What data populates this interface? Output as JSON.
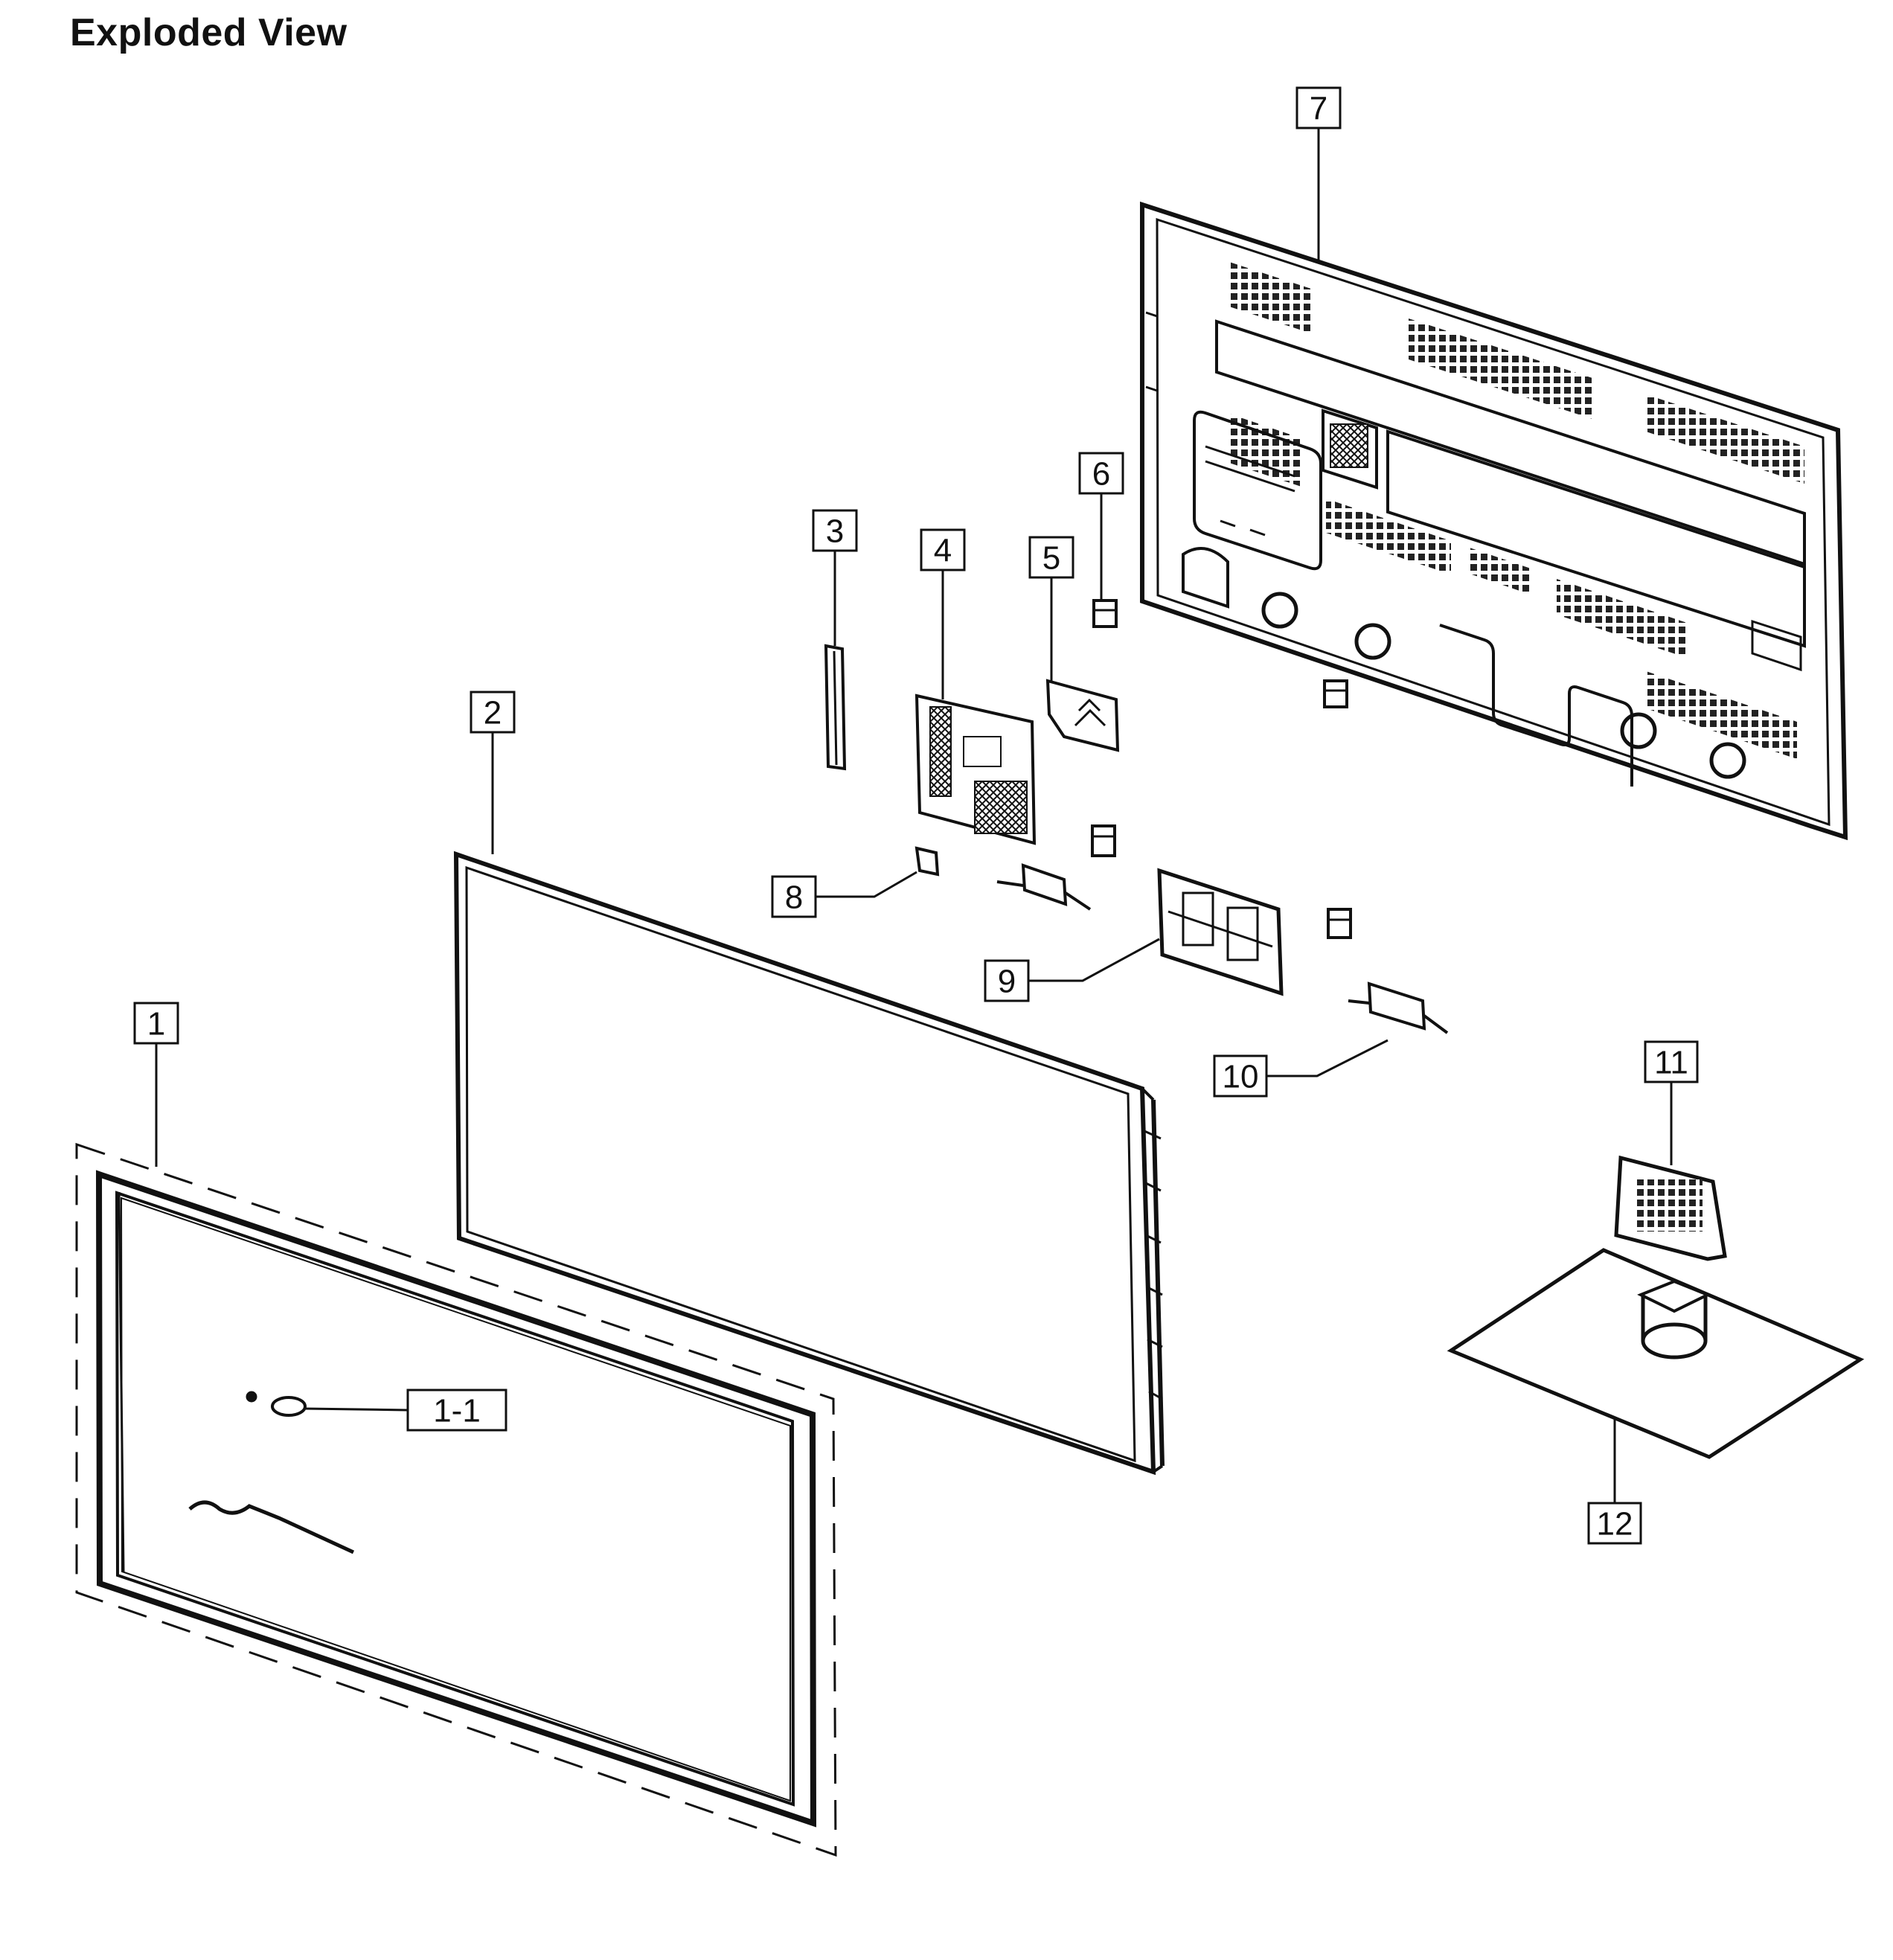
{
  "title": "Exploded View",
  "colors": {
    "ink": "#111111",
    "paper": "#ffffff",
    "grille": "#222222"
  },
  "callouts": [
    {
      "id": "1",
      "label": "1"
    },
    {
      "id": "1-1",
      "label": "1-1"
    },
    {
      "id": "2",
      "label": "2"
    },
    {
      "id": "3",
      "label": "3"
    },
    {
      "id": "4",
      "label": "4"
    },
    {
      "id": "5",
      "label": "5"
    },
    {
      "id": "6",
      "label": "6"
    },
    {
      "id": "7",
      "label": "7"
    },
    {
      "id": "8",
      "label": "8"
    },
    {
      "id": "9",
      "label": "9"
    },
    {
      "id": "10",
      "label": "10"
    },
    {
      "id": "11",
      "label": "11"
    },
    {
      "id": "12",
      "label": "12"
    }
  ]
}
